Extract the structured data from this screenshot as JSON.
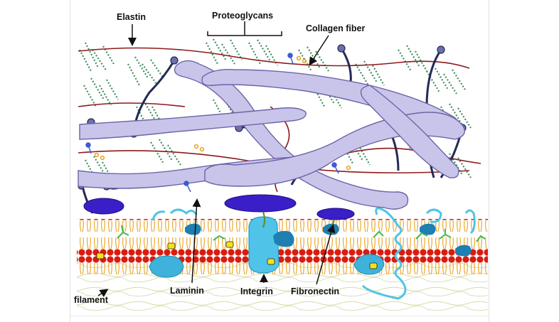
{
  "labels": {
    "elastin": "Elastin",
    "proteoglycans": "Proteoglycans",
    "collagen_fiber": "Collagen fiber",
    "filament": "filament",
    "laminin": "Laminin",
    "integrin": "Integrin",
    "fibronectin": "Fibronectin"
  },
  "colors": {
    "collagen_fill": "#c9c5ea",
    "collagen_stroke": "#6b64a8",
    "elastin_strand": "#8b1a1a",
    "proteoglycan": "#3f8f5e",
    "elastin_dark": "#232a55",
    "laminin_disc": "#3a1fc8",
    "lipid_head": "#d81c10",
    "lipid_tail": "#e9a21e",
    "protein_cyan": "#4fc3e8",
    "filament": "#d8dfb2"
  },
  "icons": [
    "arrow-icon"
  ]
}
